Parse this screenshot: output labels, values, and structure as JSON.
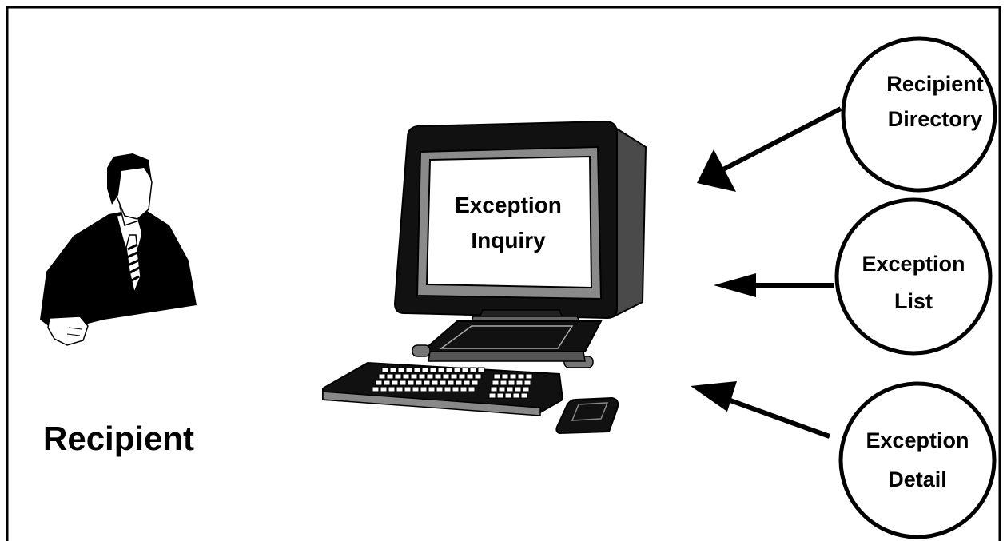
{
  "recipient": {
    "label": "Recipient"
  },
  "monitor": {
    "screen_line1": "Exception",
    "screen_line2": "Inquiry"
  },
  "sources": [
    {
      "line1": "Recipient",
      "line2": "Directory"
    },
    {
      "line1": "Exception",
      "line2": "List"
    },
    {
      "line1": "Exception",
      "line2": "Detail"
    }
  ],
  "colors": {
    "ink": "#000000",
    "background": "#ffffff",
    "gray": "#7a7a7a"
  }
}
